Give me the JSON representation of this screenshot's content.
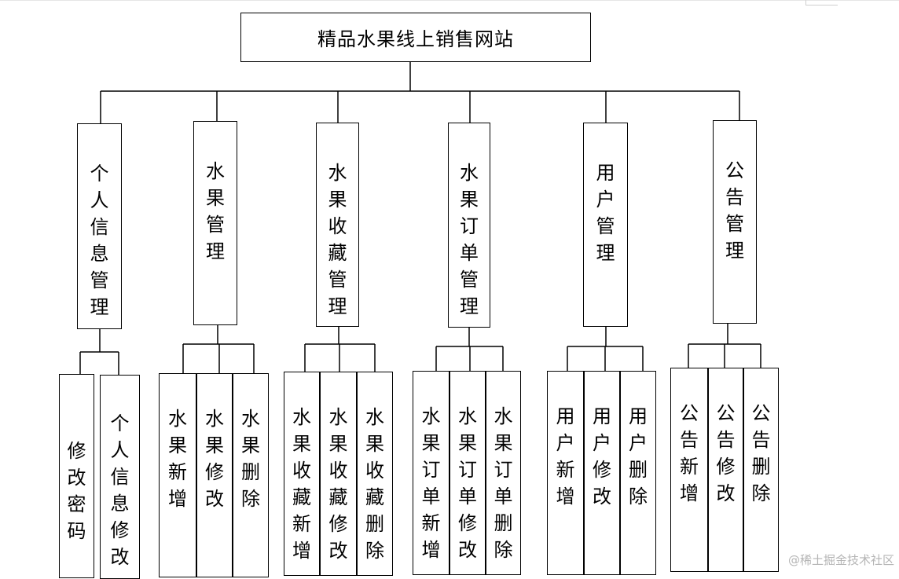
{
  "diagram": {
    "root": "精品水果线上销售网站",
    "modules": [
      {
        "label": "个人信息管理",
        "children": [
          "修改密码",
          "个人信息修改"
        ]
      },
      {
        "label": "水果管理",
        "children": [
          "水果新增",
          "水果修改",
          "水果删除"
        ]
      },
      {
        "label": "水果收藏管理",
        "children": [
          "水果收藏新增",
          "水果收藏修改",
          "水果收藏删除"
        ]
      },
      {
        "label": "水果订单管理",
        "children": [
          "水果订单新增",
          "水果订单修改",
          "水果订单删除"
        ]
      },
      {
        "label": "用户管理",
        "children": [
          "用户新增",
          "用户修改",
          "用户删除"
        ]
      },
      {
        "label": "公告管理",
        "children": [
          "公告新增",
          "公告修改",
          "公告删除"
        ]
      }
    ]
  },
  "watermark": "@稀土掘金技术社区"
}
